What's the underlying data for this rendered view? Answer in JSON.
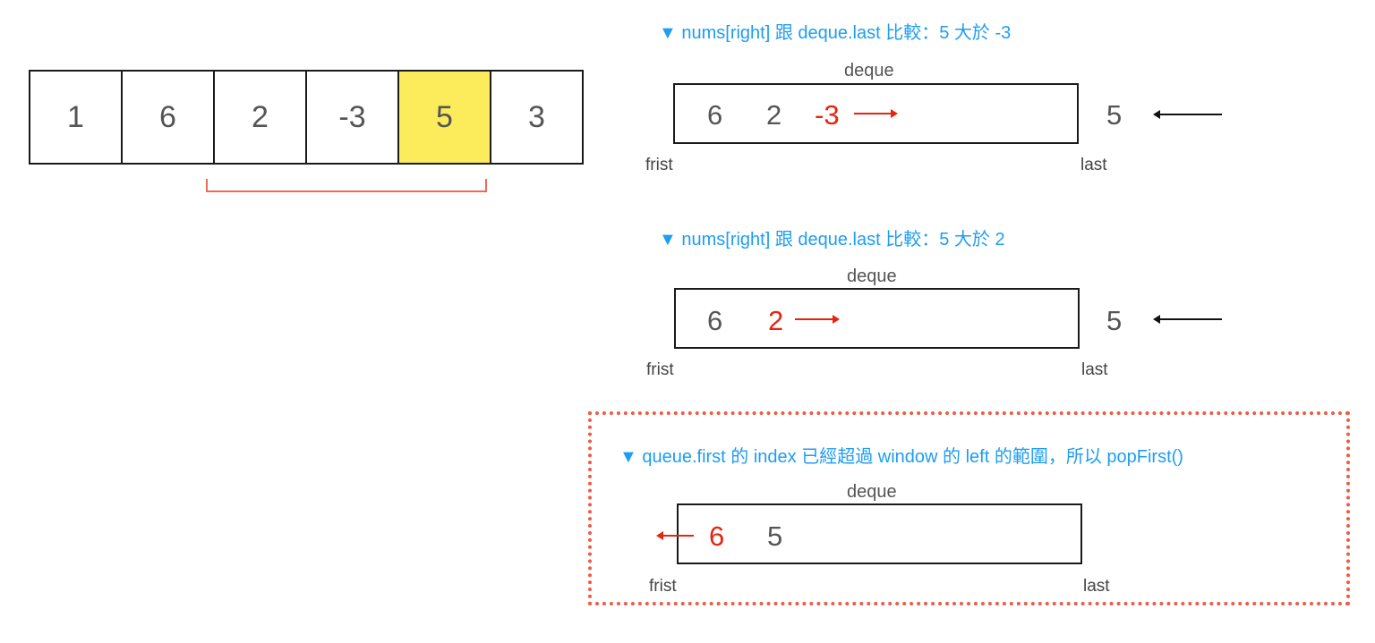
{
  "array": {
    "cells": [
      "1",
      "6",
      "2",
      "-3",
      "5",
      "3"
    ],
    "highlight_index": 4,
    "highlight_color": "#fcec5c",
    "window_bracket_color": "#ef6a57"
  },
  "steps": [
    {
      "title": "▼ nums[right] 跟 deque.last 比較：5 大於 -3",
      "deque_label": "deque",
      "items": [
        "6",
        "2",
        "-3"
      ],
      "incoming": "5",
      "first_label": "frist",
      "last_label": "last"
    },
    {
      "title": "▼ nums[right] 跟 deque.last 比較：5 大於 2",
      "deque_label": "deque",
      "items": [
        "6",
        "2"
      ],
      "incoming": "5",
      "first_label": "frist",
      "last_label": "last"
    },
    {
      "title": "▼ queue.first 的 index 已經超過 window 的 left  的範圍，所以 popFirst()",
      "deque_label": "deque",
      "items": [
        "6",
        "5"
      ],
      "first_label": "frist",
      "last_label": "last"
    }
  ],
  "colors": {
    "title_blue": "#1e9df2",
    "removed_red": "#e8230f",
    "frame_red": "#ef5a44",
    "text_gray": "#555555"
  }
}
